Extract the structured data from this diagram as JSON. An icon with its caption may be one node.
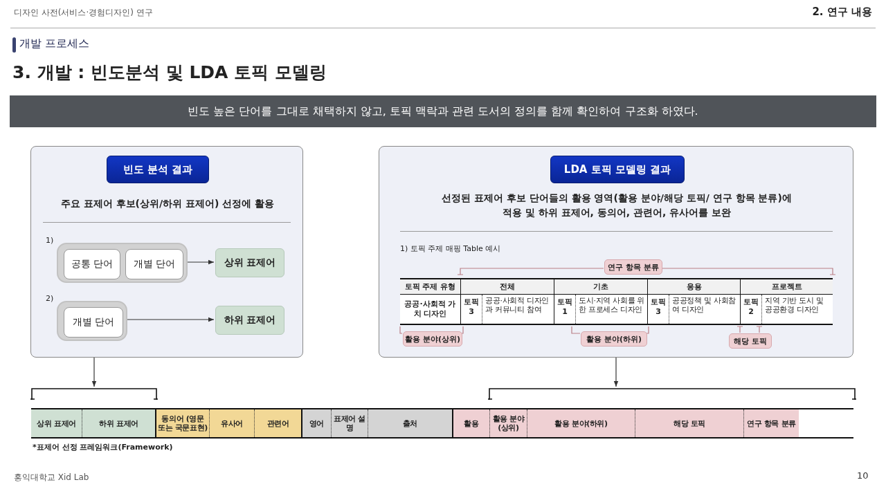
{
  "diagram": {
    "title": "3. 개발 : 빈도분석 및 LDA 토픽 모델링",
    "nodes": [
      {
        "text": [
          "주요 표제어 후보(상위/하위 표제어) 선정에 활용"
        ]
      },
      {
        "text": [
          "빈도 분석 결과"
        ],
        "in": 0
      },
      {
        "text": [],
        "shape": "box",
        "in": 0
      },
      {
        "text": [
          "공통 단어"
        ],
        "in": 2
      },
      {
        "text": [
          "개별 단어"
        ],
        "in": 2
      },
      {
        "text": [
          "상위 표제어"
        ],
        "in": 0
      },
      {
        "text": [],
        "shape": "box",
        "in": 0
      },
      {
        "text": [
          "개별 단어"
        ],
        "in": 6
      },
      {
        "text": [
          "하위 표제어"
        ],
        "in": 0
      },
      {
        "text": [
          "선정된 표제어 후보 단어들의 활용 영역(활용 분야/해당 토픽/ 연구 항목 분류)에 적용 및 하위 표제어, 동의어, 관련어, 유사어를 보완"
        ]
      },
      {
        "text": [
          "LDA 토픽 모델링 결과"
        ],
        "in": 9
      },
      {
        "text": [
          "연구 항목 분류"
        ],
        "in": 9
      },
      {
        "text": [
          "활용 분야(상위)"
        ],
        "in": 9
      },
      {
        "text": [
          "활용 분야(하위)"
        ],
        "in": 9
      },
      {
        "text": [
          "해당 토픽"
        ],
        "in": 9
      },
      {
        "text": [],
        "shape": "bracket"
      },
      {
        "text": [],
        "shape": "bracket"
      }
    ],
    "edges": [
      {
        "from": 2,
        "to": 5,
        "arrow": "to"
      },
      {
        "from": 6,
        "to": 8,
        "arrow": "to"
      },
      {
        "from": 0,
        "to": 15,
        "arrow": "to"
      },
      {
        "from": 9,
        "to": 16,
        "arrow": "to"
      }
    ],
    "labels": [
      "디자인 사전(서비스·경험디자인) 연구",
      "2. 연구 내용",
      "개발 프로세스",
      "빈도 높은 단어를 그대로 채택하지 않고, 토픽 맥락과 관련 도서의 정의를 함께 확인하여 구조화 하였다.",
      "1)",
      "2)",
      "1) 토픽 주제 매핑 Table 예시",
      "토픽 주제 유형",
      "전체",
      "기초",
      "응용",
      "프로젝트",
      "공공·사회적 가치 디자인",
      "토픽 3",
      "공공·사회적 디자인과 커뮤니티 참여",
      "토픽 1",
      "도시·지역 사회를 위한 프로세스 디자인",
      "토픽 3",
      "공공정책 및 사회참여 디자인",
      "토픽 2",
      "지역 기반 도시 및 공공환경 디자인",
      "상위 표제어",
      "하위 표제어",
      "동의어 (영문 또는 국문표현)",
      "유사어",
      "관련어",
      "영어",
      "표제어 설명",
      "출처",
      "활용",
      "활용 분야(상위)",
      "활용 분야(하위)",
      "해당 토픽",
      "연구 항목 분류",
      "*표제어 선정 프레임워크(Framework)",
      "홍익대학교 Xid Lab",
      "10"
    ]
  }
}
